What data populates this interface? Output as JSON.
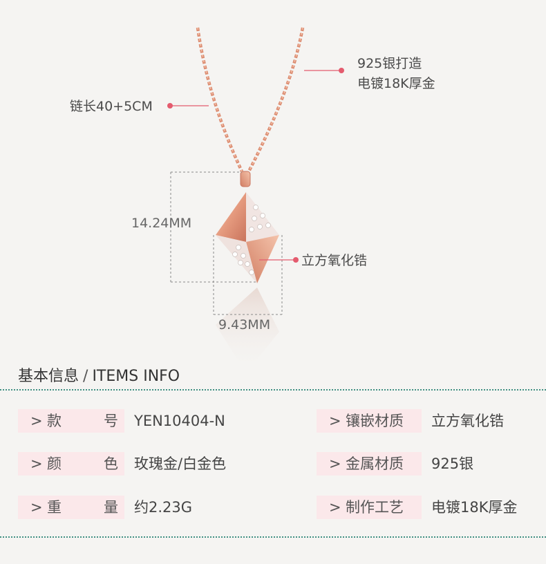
{
  "annotations": {
    "material_line1": "925银打造",
    "material_line2": "电镀18K厚金",
    "chain_length": "链长40+5CM",
    "height": "14.24MM",
    "width": "9.43MM",
    "stone": "立方氧化锆"
  },
  "section": {
    "title_cn": "基本信息",
    "separator": "/",
    "title_en": "ITEMS INFO"
  },
  "info": {
    "left": [
      {
        "arrow": ">",
        "key_a": "款",
        "key_b": "号",
        "value": "YEN10404-N"
      },
      {
        "arrow": ">",
        "key_a": "颜",
        "key_b": "色",
        "value": "玫瑰金/白金色"
      },
      {
        "arrow": ">",
        "key_a": "重",
        "key_b": "量",
        "value": "约2.23G"
      }
    ],
    "right": [
      {
        "arrow": ">",
        "key": "镶嵌材质",
        "value": "立方氧化锆"
      },
      {
        "arrow": ">",
        "key": "金属材质",
        "value": "925银"
      },
      {
        "arrow": ">",
        "key": "制作工艺",
        "value": "电镀18K厚金"
      }
    ]
  },
  "colors": {
    "accent_pink": "#e45b6e",
    "key_bg": "#fbe8ea",
    "divider": "#3f8f82",
    "rose_gold": "#e8a38a"
  }
}
